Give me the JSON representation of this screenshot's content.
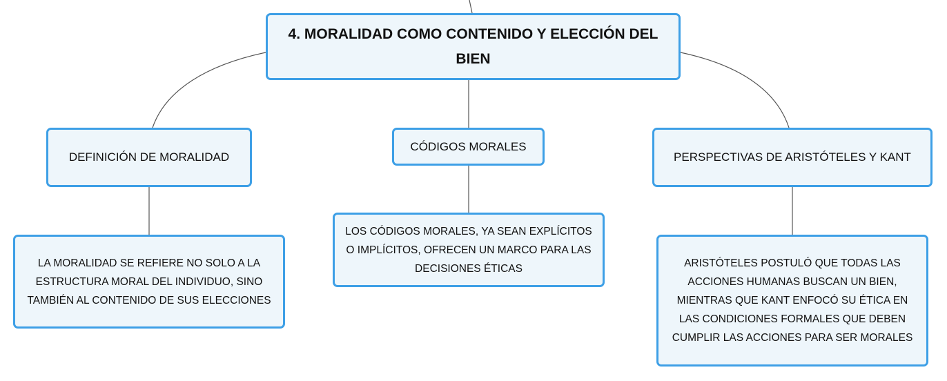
{
  "diagram": {
    "type": "mind-map",
    "colors": {
      "node_border": "#3d9fe6",
      "node_fill": "#eef6fb",
      "connector": "#555555",
      "text": "#111111"
    },
    "root": {
      "label": "4. MORALIDAD COMO CONTENIDO Y ELECCIÓN DEL BIEN"
    },
    "branches": [
      {
        "label": "DEFINICIÓN DE MORALIDAD",
        "detail": "LA MORALIDAD SE REFIERE NO SOLO A LA ESTRUCTURA MORAL DEL INDIVIDUO, SINO TAMBIÉN AL CONTENIDO DE SUS ELECCIONES"
      },
      {
        "label": "CÓDIGOS MORALES",
        "detail": "LOS CÓDIGOS MORALES, YA SEAN EXPLÍCITOS O IMPLÍCITOS, OFRECEN UN MARCO PARA LAS DECISIONES ÉTICAS"
      },
      {
        "label": "PERSPECTIVAS DE ARISTÓTELES Y KANT",
        "detail": "ARISTÓTELES POSTULÓ QUE TODAS LAS ACCIONES HUMANAS BUSCAN UN BIEN, MIENTRAS QUE KANT ENFOCÓ SU ÉTICA EN LAS CONDICIONES FORMALES QUE DEBEN CUMPLIR LAS ACCIONES PARA SER MORALES"
      }
    ]
  }
}
